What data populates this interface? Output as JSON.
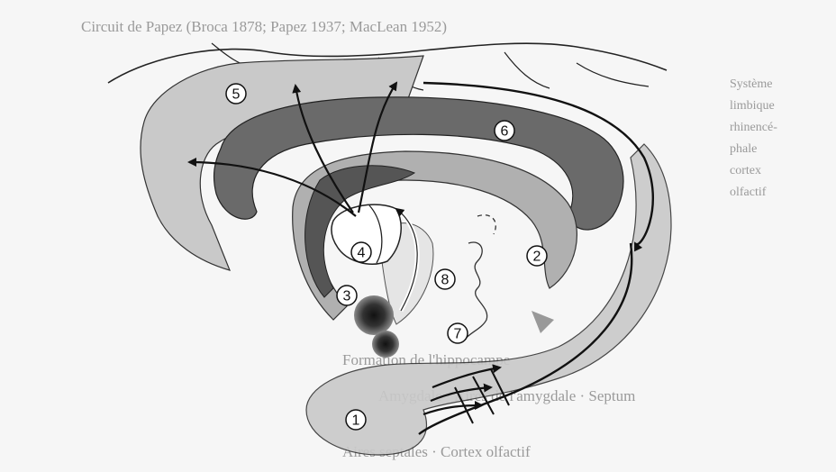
{
  "labels": {
    "n1": "1",
    "n2": "2",
    "n3": "3",
    "n4": "4",
    "n5": "5",
    "n6": "6",
    "n7": "7",
    "n8": "8"
  },
  "background_text": {
    "left_column": [
      "Système",
      "limbique",
      "rhinencé-",
      "phale",
      "cortex",
      "olfactif"
    ],
    "header": "Circuit de Papez (Broca 1878; Papez 1937; MacLean 1952)",
    "line_a": "Formation de l'hippocampe",
    "line_b": "Amygdale · Aires de l'amygdale · Septum",
    "line_c": "Aires septales · Cortex olfactif"
  },
  "colors": {
    "paper": "#f6f6f6",
    "light_region": "#c9c9c9",
    "mid_region": "#b0b0b0",
    "dark_region": "#6a6a6a",
    "stroke": "#111111"
  }
}
